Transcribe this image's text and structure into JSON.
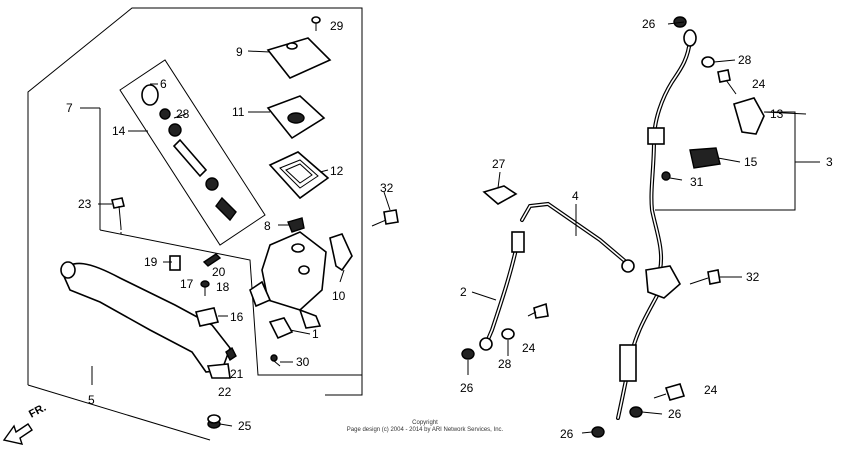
{
  "parts": {
    "p1": "1",
    "p2": "2",
    "p3": "3",
    "p4": "4",
    "p5": "5",
    "p6": "6",
    "p7": "7",
    "p8": "8",
    "p9": "9",
    "p10": "10",
    "p11": "11",
    "p12": "12",
    "p13": "13",
    "p14": "14",
    "p15": "15",
    "p16": "16",
    "p17": "17",
    "p18": "18",
    "p19": "19",
    "p20": "20",
    "p21": "21",
    "p22": "22",
    "p23": "23",
    "p24": "24",
    "p25": "25",
    "p26": "26",
    "p27": "27",
    "p28": "28",
    "p29": "29",
    "p30": "30",
    "p31": "31",
    "p32": "32"
  },
  "direction_label": "FR.",
  "copyright": {
    "line1": "Copyright",
    "line2": "Page design (c) 2004 - 2014 by ARI Network Services, Inc."
  }
}
